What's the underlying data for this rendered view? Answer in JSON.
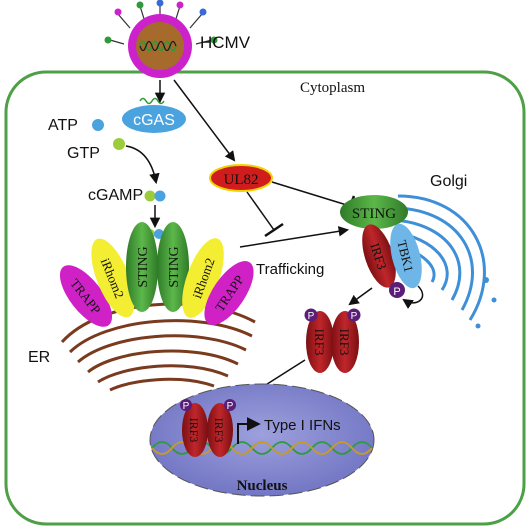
{
  "labels": {
    "virus": "HCMV",
    "compartment": "Cytoplasm",
    "atp": "ATP",
    "gtp": "GTP",
    "cgas": "cGAS",
    "cgamp": "cGAMP",
    "ul82": "UL82",
    "golgi": "Golgi",
    "er": "ER",
    "trafficking": "Trafficking",
    "nucleus": "Nucleus",
    "output": "Type I IFNs",
    "phospho": "P"
  },
  "proteins": {
    "sting": "STING",
    "irhom2": "iRhom2",
    "trapp": "TRAPP",
    "tbk1": "TBK1",
    "irf3": "IRF3"
  },
  "colors": {
    "cell_border": "#4ea046",
    "sting": "#4a9e3a",
    "irhom2": "#f4ee32",
    "trapp": "#cf21c6",
    "irf3": "#a3161b",
    "tbk1": "#6fb6e8",
    "cgas": "#4aa3df",
    "ul82": "#d01c1c",
    "nucleus": "#8b8fd3",
    "golgi": "#3f8fd8",
    "er": "#7a3a1e",
    "virus_core": "#a66a2c",
    "virus_ring": "#cc22cc",
    "atp": "#4aa3df",
    "gtp": "#9ccc3c",
    "phospho": "#5a1e78"
  },
  "icons": [
    "virus-particle",
    "dna-helix",
    "endoplasmic-reticulum",
    "golgi-apparatus",
    "inhibition-bar",
    "activation-arrow"
  ]
}
